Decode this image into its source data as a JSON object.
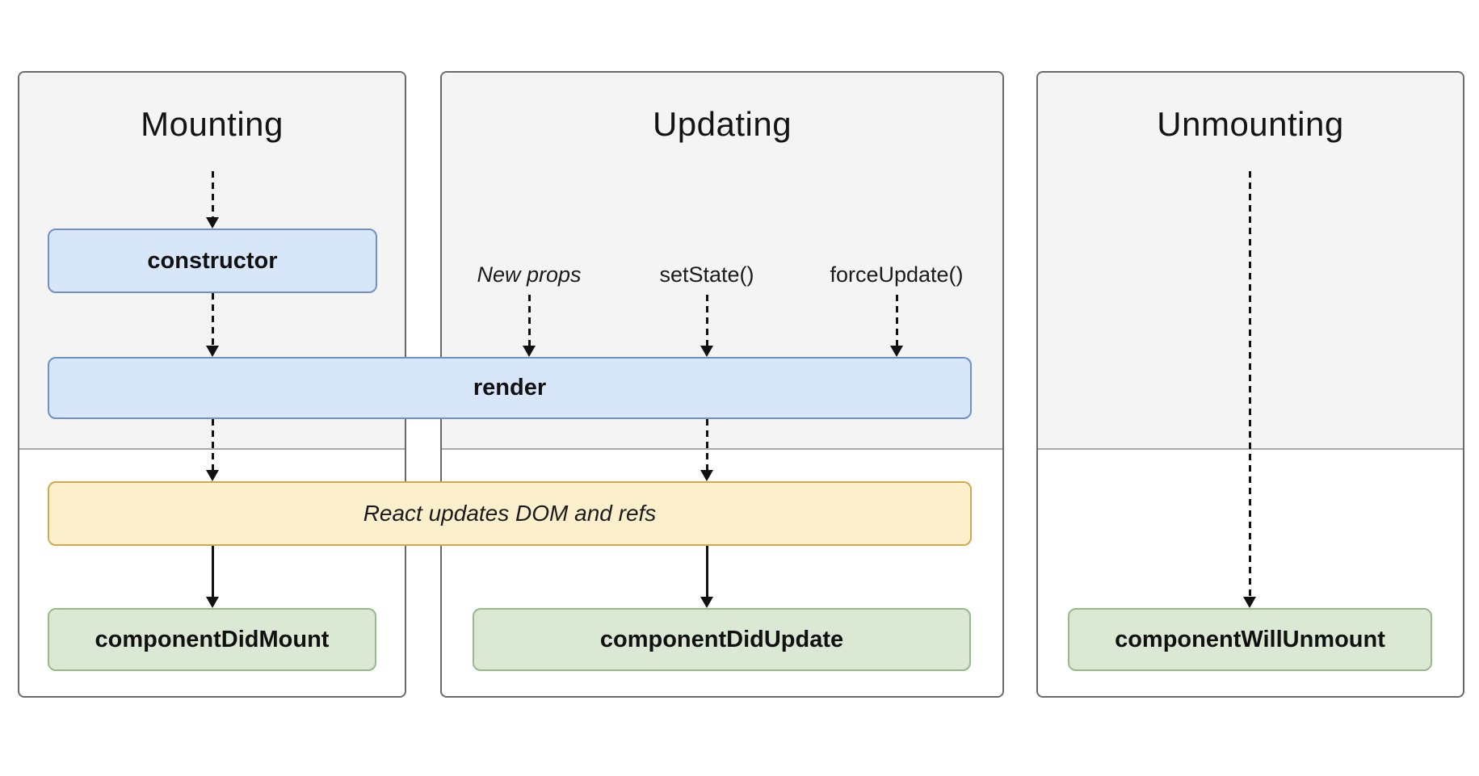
{
  "panels": {
    "mounting": {
      "title": "Mounting"
    },
    "updating": {
      "title": "Updating",
      "triggers": {
        "new_props": "New props",
        "set_state": "setState()",
        "force_update": "forceUpdate()"
      }
    },
    "unmounting": {
      "title": "Unmounting"
    }
  },
  "boxes": {
    "constructor": "constructor",
    "render": "render",
    "react_updates": "React updates DOM and refs",
    "component_did_mount": "componentDidMount",
    "component_did_update": "componentDidUpdate",
    "component_will_unmount": "componentWillUnmount"
  },
  "colors": {
    "render_phase_method_fill": "#d8e6fa",
    "render_phase_method_border": "#7190c8",
    "react_action_fill": "#fcf0cc",
    "react_action_border": "#d0ab4d",
    "commit_phase_method_fill": "#dbe9d4",
    "commit_phase_method_border": "#97ba88",
    "panel_fill": "#f4f4f4",
    "panel_border": "#696969",
    "phase_divider": "#ababab",
    "arrow": "#111111"
  }
}
